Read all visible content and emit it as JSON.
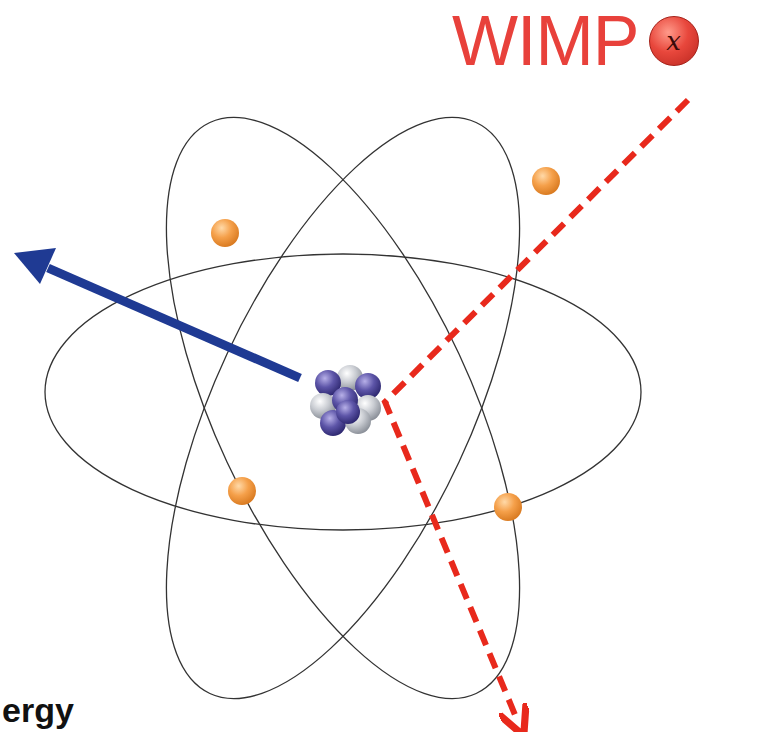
{
  "diagram": {
    "nodes": [
      {
        "text": [
          "WIMP",
          "x"
        ]
      }
    ],
    "labels": [
      "ergy"
    ]
  }
}
